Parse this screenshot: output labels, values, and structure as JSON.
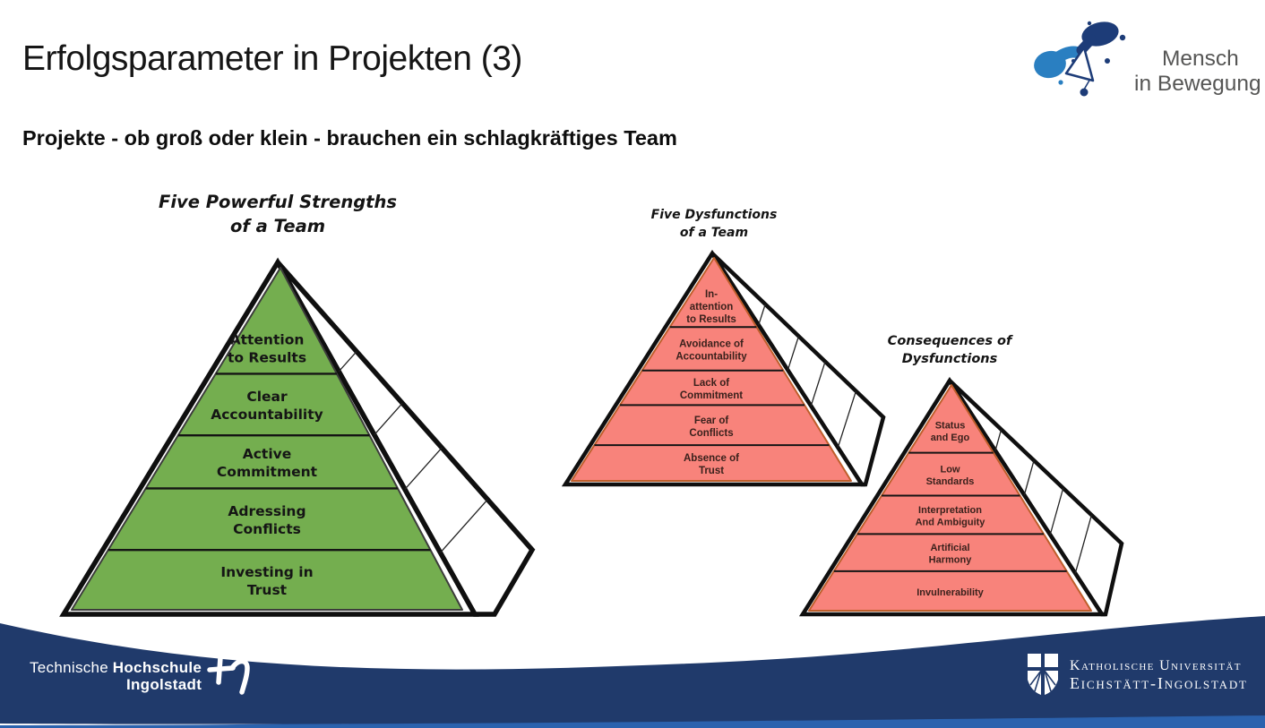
{
  "slide": {
    "title": "Erfolgsparameter in Projekten (3)",
    "subtitle": "Projekte - ob groß oder klein - brauchen ein schlagkräftiges Team"
  },
  "brand": {
    "mib_line1": "Mensch",
    "mib_line2": "in Bewegung"
  },
  "pyramids": [
    {
      "title_l1": "Five Powerful Strengths",
      "title_l2": "of a Team",
      "fill": "#74ae4f",
      "face_stroke": "#3c3c3b",
      "label_color": "#151515",
      "levels": [
        [
          "Attention",
          "to Results"
        ],
        [
          "Clear",
          "Accountability"
        ],
        [
          "Active",
          "Commitment"
        ],
        [
          "Adressing",
          "Conflicts"
        ],
        [
          "Investing in",
          "Trust"
        ]
      ]
    },
    {
      "title_l1": "Five Dysfunctions",
      "title_l2": "of a Team",
      "fill": "#f8837b",
      "face_stroke": "#bf5e2b",
      "label_color": "#3a211c",
      "levels": [
        [
          "In-",
          "attention",
          "to Results"
        ],
        [
          "Avoidance of",
          "Accountability"
        ],
        [
          "Lack of",
          "Commitment"
        ],
        [
          "Fear of",
          "Conflicts"
        ],
        [
          "Absence of",
          "Trust"
        ]
      ]
    },
    {
      "title_l1": "Consequences of",
      "title_l2": "Dysfunctions",
      "fill": "#f8837b",
      "face_stroke": "#bf5e2b",
      "label_color": "#3a211c",
      "levels": [
        [
          "Status",
          "and Ego"
        ],
        [
          "Low",
          "Standards"
        ],
        [
          "Interpretation",
          "And Ambiguity"
        ],
        [
          "Artificial",
          "Harmony"
        ],
        [
          "Invulnerability"
        ]
      ]
    }
  ],
  "footer": {
    "thi_word_light": "Technische",
    "thi_word_bold": "Hochschule",
    "thi_city": "Ingolstadt",
    "ku_line1": "Katholische Universität",
    "ku_line2": "Eichstätt-Ingolstadt"
  },
  "colors": {
    "outline_black": "#0f0f0f",
    "pyramid_green": "#74ae4f",
    "pyramid_red": "#f8837b",
    "red_edge_orange": "#bf5e2b",
    "footer_navy": "#203a6b",
    "footer_light_band": "#2b62ae",
    "mib_dark_blue": "#1d3c78",
    "mib_light_blue": "#2a7fc1"
  }
}
